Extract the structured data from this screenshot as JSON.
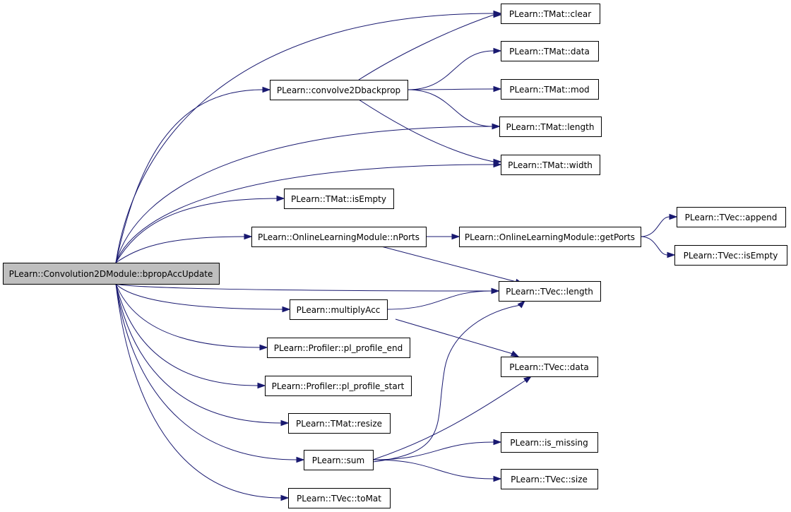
{
  "nodes": [
    {
      "id": "root",
      "label": "PLearn::Convolution2DModule::bpropAccUpdate",
      "root": true
    },
    {
      "id": "convolve",
      "label": "PLearn::convolve2Dbackprop"
    },
    {
      "id": "tmat_clear",
      "label": "PLearn::TMat::clear"
    },
    {
      "id": "tmat_data",
      "label": "PLearn::TMat::data"
    },
    {
      "id": "tmat_mod",
      "label": "PLearn::TMat::mod"
    },
    {
      "id": "tmat_length",
      "label": "PLearn::TMat::length"
    },
    {
      "id": "tmat_width",
      "label": "PLearn::TMat::width"
    },
    {
      "id": "tmat_isempty",
      "label": "PLearn::TMat::isEmpty"
    },
    {
      "id": "nports",
      "label": "PLearn::OnlineLearningModule::nPorts"
    },
    {
      "id": "getports",
      "label": "PLearn::OnlineLearningModule::getPorts"
    },
    {
      "id": "tvec_append",
      "label": "PLearn::TVec::append"
    },
    {
      "id": "tvec_isempty",
      "label": "PLearn::TVec::isEmpty"
    },
    {
      "id": "tvec_length",
      "label": "PLearn::TVec::length"
    },
    {
      "id": "multiplyacc",
      "label": "PLearn::multiplyAcc"
    },
    {
      "id": "tvec_data",
      "label": "PLearn::TVec::data"
    },
    {
      "id": "profile_end",
      "label": "PLearn::Profiler::pl_profile_end"
    },
    {
      "id": "profile_start",
      "label": "PLearn::Profiler::pl_profile_start"
    },
    {
      "id": "tmat_resize",
      "label": "PLearn::TMat::resize"
    },
    {
      "id": "sum",
      "label": "PLearn::sum"
    },
    {
      "id": "is_missing",
      "label": "PLearn::is_missing"
    },
    {
      "id": "tvec_size",
      "label": "PLearn::TVec::size"
    },
    {
      "id": "tvec_tomat",
      "label": "PLearn::TVec::toMat"
    }
  ],
  "edges": [
    [
      "root",
      "tmat_clear"
    ],
    [
      "root",
      "convolve"
    ],
    [
      "root",
      "tmat_length"
    ],
    [
      "root",
      "tmat_width"
    ],
    [
      "root",
      "tmat_isempty"
    ],
    [
      "root",
      "nports"
    ],
    [
      "root",
      "tvec_length"
    ],
    [
      "root",
      "multiplyacc"
    ],
    [
      "root",
      "profile_end"
    ],
    [
      "root",
      "profile_start"
    ],
    [
      "root",
      "tmat_resize"
    ],
    [
      "root",
      "sum"
    ],
    [
      "root",
      "tvec_tomat"
    ],
    [
      "convolve",
      "tmat_clear"
    ],
    [
      "convolve",
      "tmat_data"
    ],
    [
      "convolve",
      "tmat_mod"
    ],
    [
      "convolve",
      "tmat_length"
    ],
    [
      "convolve",
      "tmat_width"
    ],
    [
      "nports",
      "getports"
    ],
    [
      "nports",
      "tvec_length"
    ],
    [
      "getports",
      "tvec_append"
    ],
    [
      "getports",
      "tvec_isempty"
    ],
    [
      "multiplyacc",
      "tvec_length"
    ],
    [
      "multiplyacc",
      "tvec_data"
    ],
    [
      "sum",
      "tvec_length"
    ],
    [
      "sum",
      "tvec_data"
    ],
    [
      "sum",
      "is_missing"
    ],
    [
      "sum",
      "tvec_size"
    ]
  ],
  "colors": {
    "edge": "#191970",
    "root_fill": "#bfbfbf",
    "node_fill": "#ffffff",
    "border": "#000000"
  }
}
